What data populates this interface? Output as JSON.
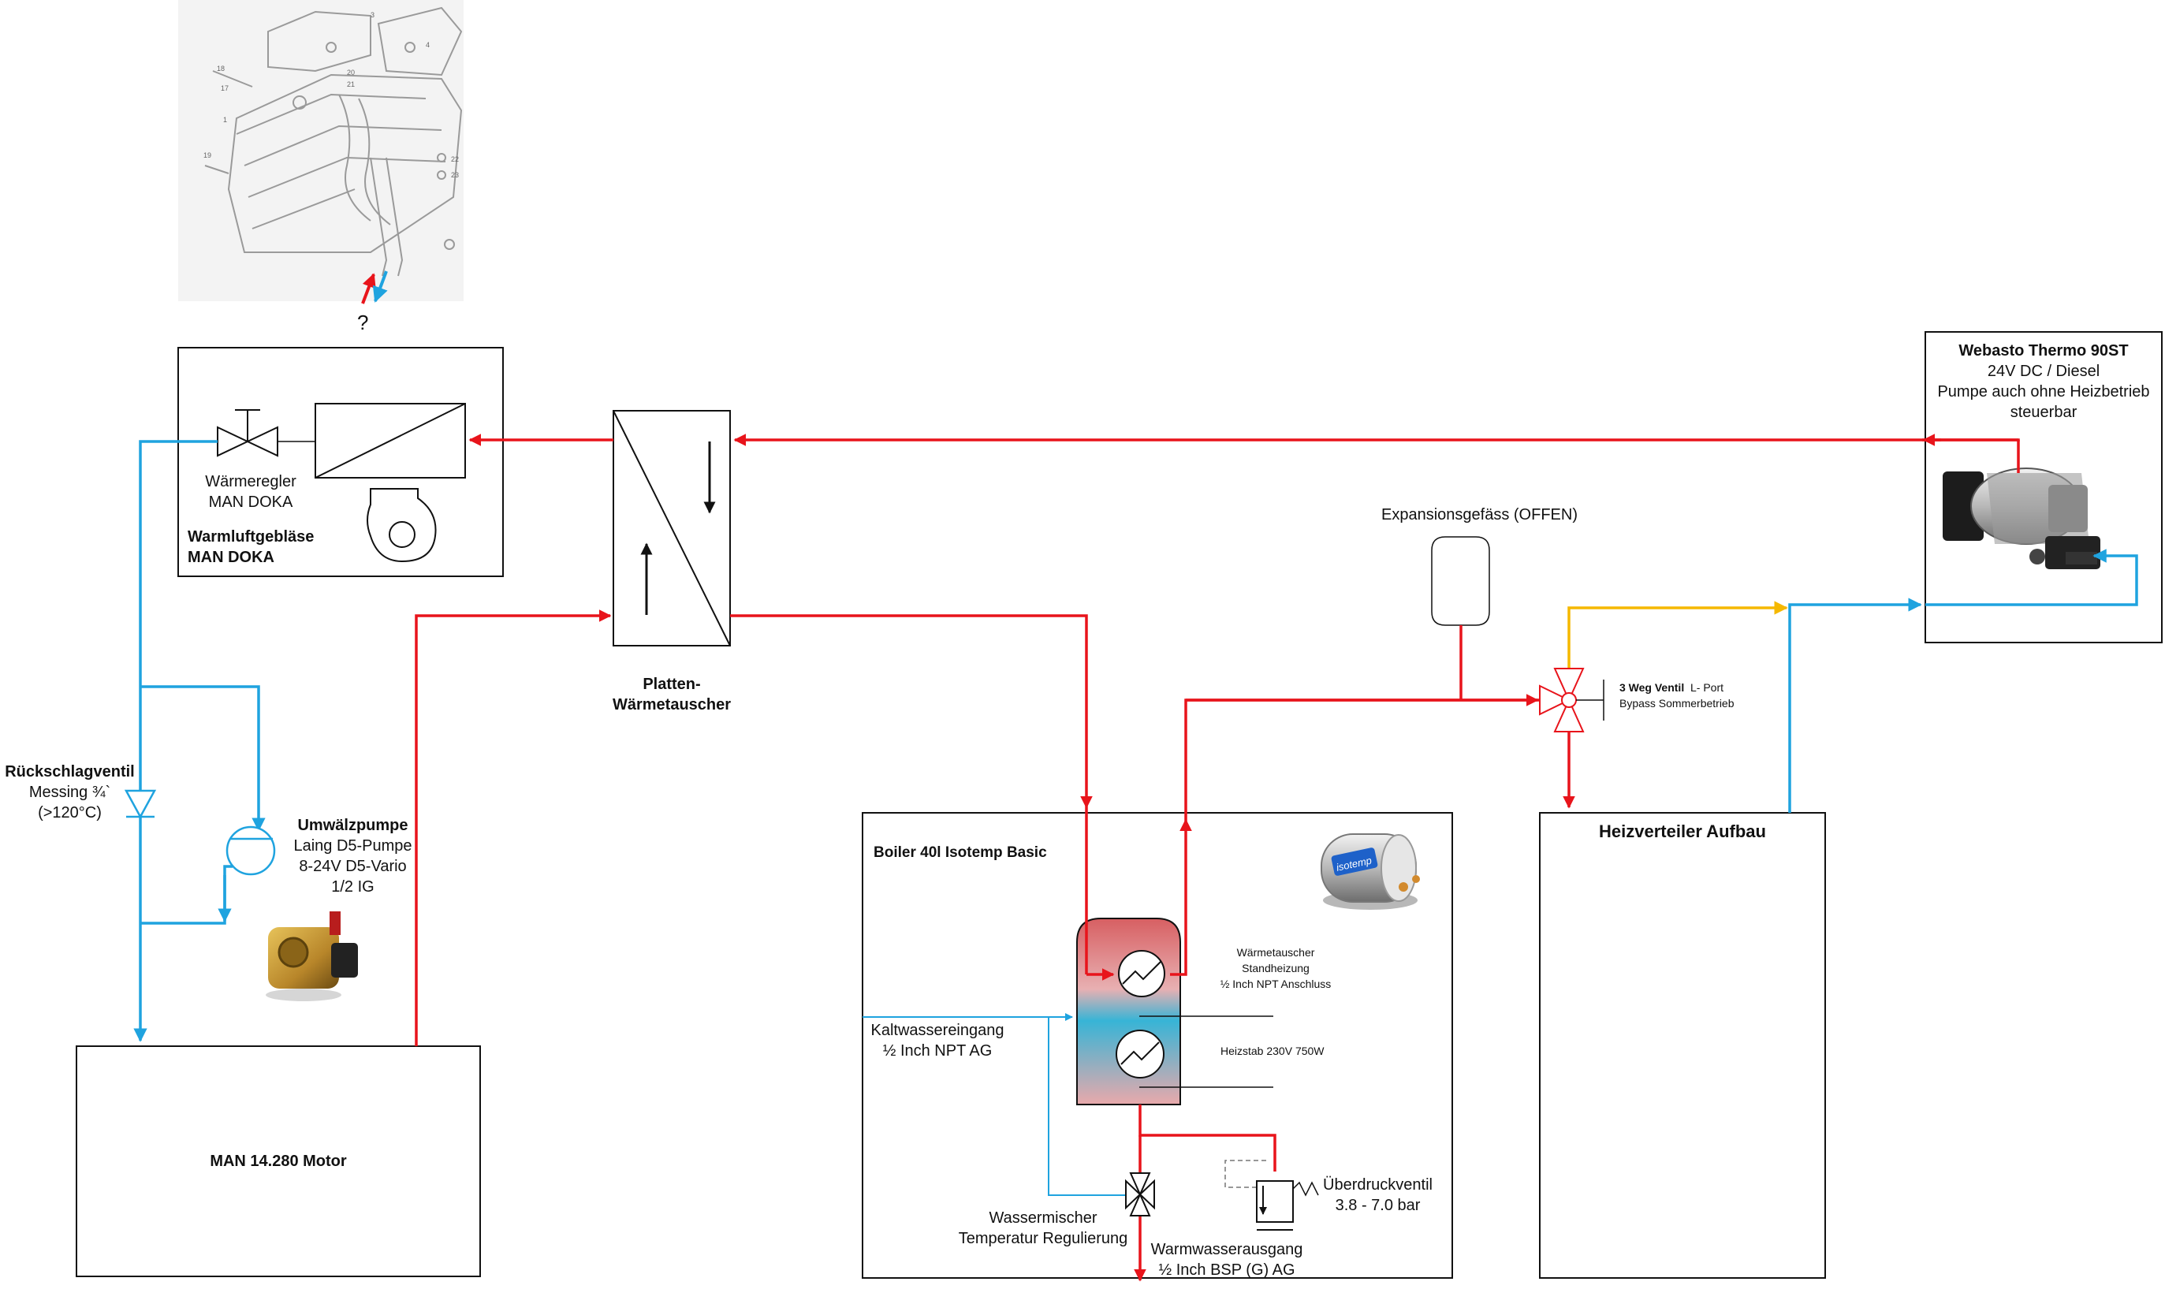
{
  "labels": {
    "question_mark": "?",
    "waermeregler_1": "Wärmeregler",
    "waermeregler_2": "MAN DOKA",
    "warmluft_1": "Warmluftgebläse",
    "warmluft_2": "MAN DOKA",
    "platten_1": "Platten-",
    "platten_2": "Wärmetauscher",
    "webasto_title": "Webasto Thermo 90ST",
    "webasto_l2": "24V DC / Diesel",
    "webasto_l3": "Pumpe auch ohne Heizbetrieb",
    "webasto_l4": "steuerbar",
    "expansion": "Expansionsgefäss (OFFEN)",
    "ventil_bold": "3 Weg Ventil",
    "ventil_rest": "  L- Port",
    "ventil_l2": "Bypass Sommerbetrieb",
    "rueck_title": "Rückschlagventil",
    "rueck_l2": "Messing ¾`",
    "rueck_l3": "(>120°C)",
    "pump_title": "Umwälzpumpe",
    "pump_l2": "Laing D5-Pumpe",
    "pump_l3": "8-24V D5-Vario",
    "pump_l4": "1/2 IG",
    "boiler_title": "Boiler 40l Isotemp Basic",
    "wt_l1": "Wärmetauscher",
    "wt_l2": "Standheizung",
    "wt_l3": "½ Inch NPT Anschluss",
    "heizstab": "Heizstab 230V 750W",
    "kalt_l1": "Kaltwassereingang",
    "kalt_l2": "½ Inch NPT AG",
    "mischer_l1": "Wassermischer",
    "mischer_l2": "Temperatur Regulierung",
    "warm_l1": "Warmwasserausgang",
    "warm_l2": "½ Inch BSP (G) AG",
    "ueber_l1": "Überdruckventil",
    "ueber_l2": "3.8 - 7.0 bar",
    "motor": "MAN 14.280 Motor",
    "heizverteiler": "Heizverteiler Aufbau",
    "boiler_brand": "isotemp"
  },
  "colors": {
    "hot_line": "#e8141b",
    "cold_line": "#1fa3df",
    "bypass_line": "#f5b800",
    "box_stroke": "#111111",
    "tank_hot": "#d75f62",
    "tank_cold": "#37b4d6"
  }
}
